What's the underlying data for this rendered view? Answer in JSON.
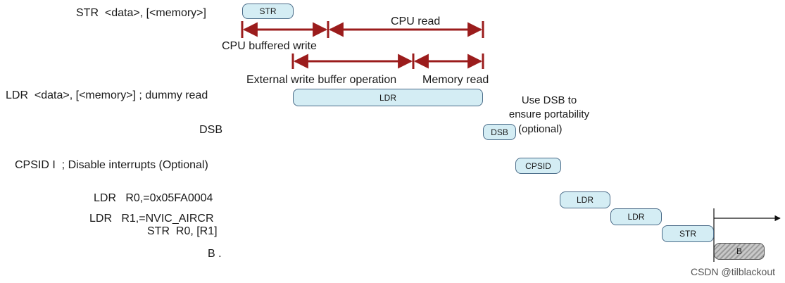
{
  "instructions": {
    "str1": "STR  <data>, [<memory>]",
    "ldr_dummy": "LDR  <data>, [<memory>] ; dummy read",
    "dsb": "DSB",
    "cpsid": "CPSID I  ; Disable interrupts (Optional)",
    "ldr_r0": "LDR   R0,=0x05FA0004",
    "ldr_r1": "LDR   R1,=NVIC_AIRCR",
    "str_r0": "STR  R0, [R1]",
    "branch": "B ."
  },
  "pills": {
    "str1": "STR",
    "ldr_long": "LDR",
    "dsb": "DSB",
    "cpsid": "CPSID",
    "ldr_r0": "LDR",
    "ldr_r1": "LDR",
    "str_r0": "STR",
    "branch": "B"
  },
  "timing": {
    "cpu_buffered_write": "CPU buffered write",
    "cpu_read": "CPU read",
    "external_write_buffer": "External write buffer operation",
    "memory_read": "Memory read"
  },
  "notes": {
    "dsb_note_line1": "Use DSB to",
    "dsb_note_line2": "ensure portability",
    "dsb_optional": "(optional)"
  },
  "watermark": "CSDN @tilblackout",
  "colors": {
    "arrow": "#9b1c1c",
    "pill_fill": "#d4edf4",
    "pill_border": "#4a6b88"
  }
}
